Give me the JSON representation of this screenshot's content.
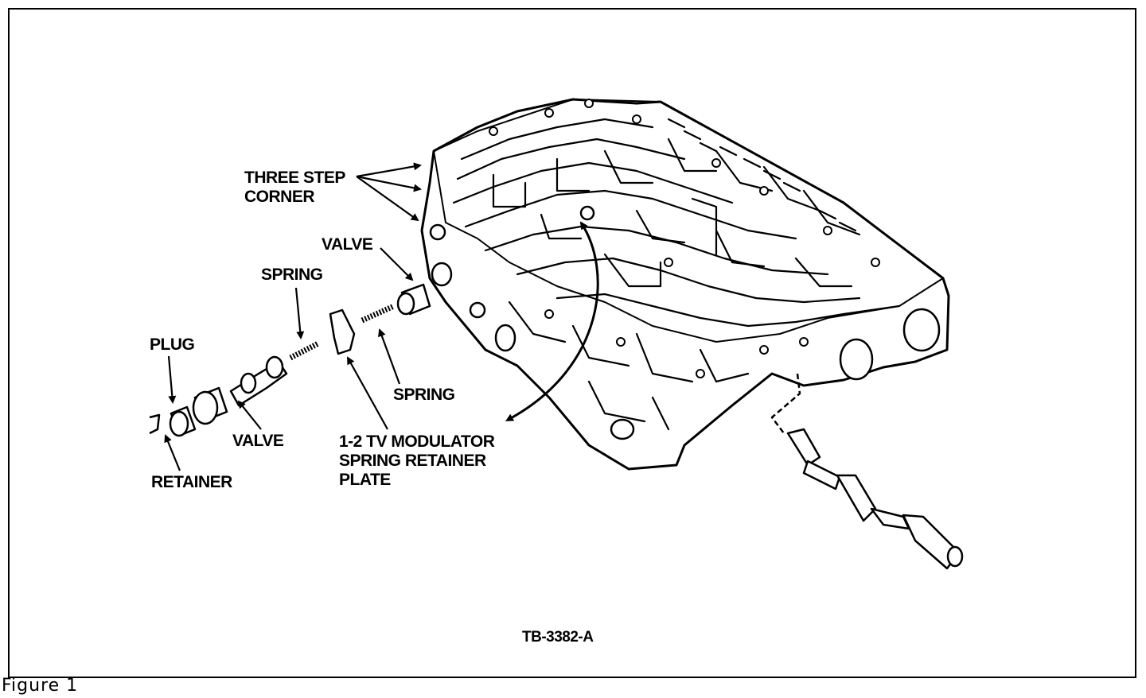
{
  "caption": "Figure 1",
  "drawing_id": "TB-3382-A",
  "callouts": {
    "three_step_corner": [
      "THREE STEP",
      "CORNER"
    ],
    "valve_upper": "VALVE",
    "spring_upper": "SPRING",
    "plug": "PLUG",
    "spring_lower": "SPRING",
    "valve_lower": "VALVE",
    "retainer": "RETAINER",
    "modulator_plate": [
      "1-2 TV MODULATOR",
      "SPRING RETAINER",
      "PLATE"
    ]
  },
  "icons": {
    "valve_body": "valve-body-illustration",
    "linkage": "manual-valve-rod"
  },
  "colors": {
    "ink": "#000000",
    "paper": "#ffffff"
  }
}
